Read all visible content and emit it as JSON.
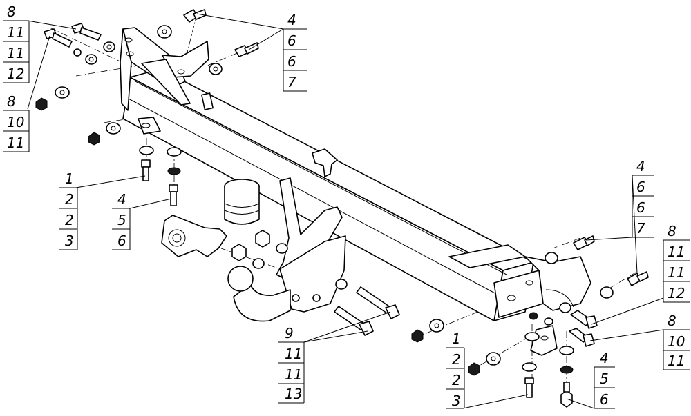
{
  "callouts": [
    {
      "id": "tl-top",
      "items": [
        "8",
        "11",
        "11",
        "12"
      ]
    },
    {
      "id": "tl-bot",
      "items": [
        "8",
        "10",
        "11"
      ]
    },
    {
      "id": "top-mid",
      "items": [
        "4",
        "6",
        "6",
        "7"
      ]
    },
    {
      "id": "left-a",
      "items": [
        "1",
        "2",
        "2",
        "3"
      ]
    },
    {
      "id": "left-b",
      "items": [
        "4",
        "5",
        "6"
      ]
    },
    {
      "id": "right-a",
      "items": [
        "4",
        "6",
        "6",
        "7"
      ]
    },
    {
      "id": "right-b",
      "items": [
        "8",
        "11",
        "11",
        "12"
      ]
    },
    {
      "id": "right-c",
      "items": [
        "8",
        "10",
        "11"
      ]
    },
    {
      "id": "center",
      "items": [
        "9",
        "11",
        "11",
        "13"
      ]
    },
    {
      "id": "bot-a",
      "items": [
        "1",
        "2",
        "2",
        "3"
      ]
    },
    {
      "id": "bot-b",
      "items": [
        "4",
        "5",
        "6"
      ]
    }
  ]
}
